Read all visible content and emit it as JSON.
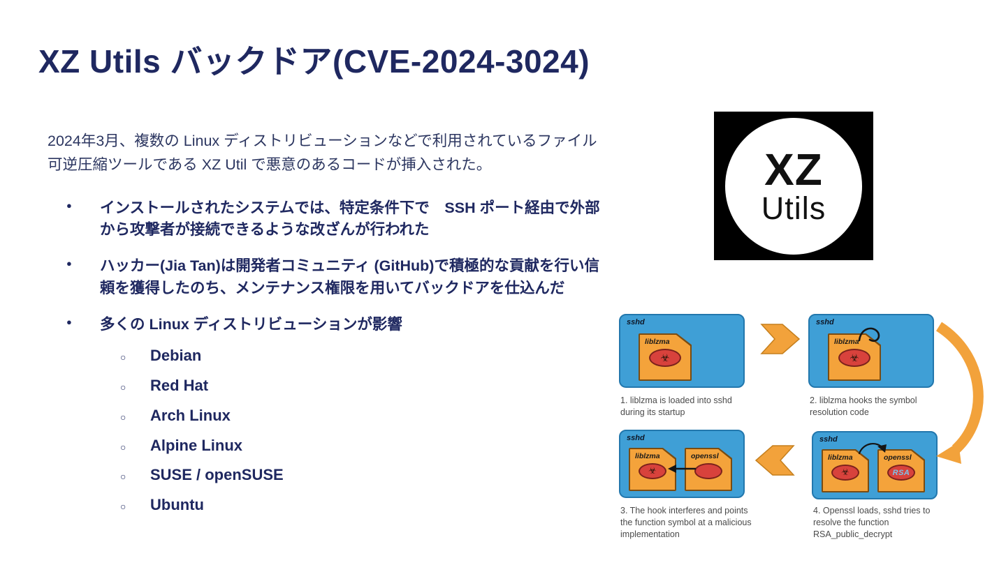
{
  "slide": {
    "title": "XZ Utils バックドア(CVE-2024-3024)",
    "intro": "2024年3月、複数の Linux ディストリビューションなどで利用されているファイル可逆圧縮ツールである XZ Util で悪意のあるコードが挿入された。",
    "markers": {
      "level1": "●",
      "level2": "○"
    },
    "bullets": [
      {
        "text": "インストールされたシステムでは、特定条件下で　SSH ポート経由で外部から攻撃者が接続できるような改ざんが行われた"
      },
      {
        "text": "ハッカー(Jia Tan)は開発者コミュニティ (GitHub)で積極的な貢献を行い信頼を獲得したのち、メンテナンス権限を用いてバックドアを仕込んだ"
      },
      {
        "text": "多くの Linux ディストリビューションが影響",
        "sub": [
          "Debian",
          "Red Hat",
          "Arch Linux",
          "Alpine Linux",
          "SUSE / openSUSE",
          "Ubuntu"
        ]
      }
    ]
  },
  "logo": {
    "line1": "XZ",
    "line2": "Utils"
  },
  "diagram": {
    "panels": [
      {
        "host": "sshd",
        "modules": [
          "liblzma"
        ],
        "caption": "1. liblzma is loaded into sshd during its startup"
      },
      {
        "host": "sshd",
        "modules": [
          "liblzma"
        ],
        "caption": "2. liblzma hooks the symbol resolution code"
      },
      {
        "host": "sshd",
        "modules": [
          "liblzma",
          "openssl"
        ],
        "caption": "3. The hook interferes and points the function symbol at a malicious implementation"
      },
      {
        "host": "sshd",
        "modules": [
          "liblzma",
          "openssl"
        ],
        "caption": "4. Openssl loads, sshd tries to resolve the function RSA_public_decrypt"
      }
    ],
    "rsa_label": "RSA",
    "biohazard_glyph": "☣"
  },
  "colors": {
    "title_text": "#1f2860",
    "body_text": "#1f2860",
    "panel_blue": "#3f9fd6",
    "card_orange": "#f4a33b",
    "badge_red": "#d8423c",
    "arrow_orange": "#f2a23b",
    "logo_bg": "#000000",
    "caption_gray": "#4a4a4a"
  }
}
